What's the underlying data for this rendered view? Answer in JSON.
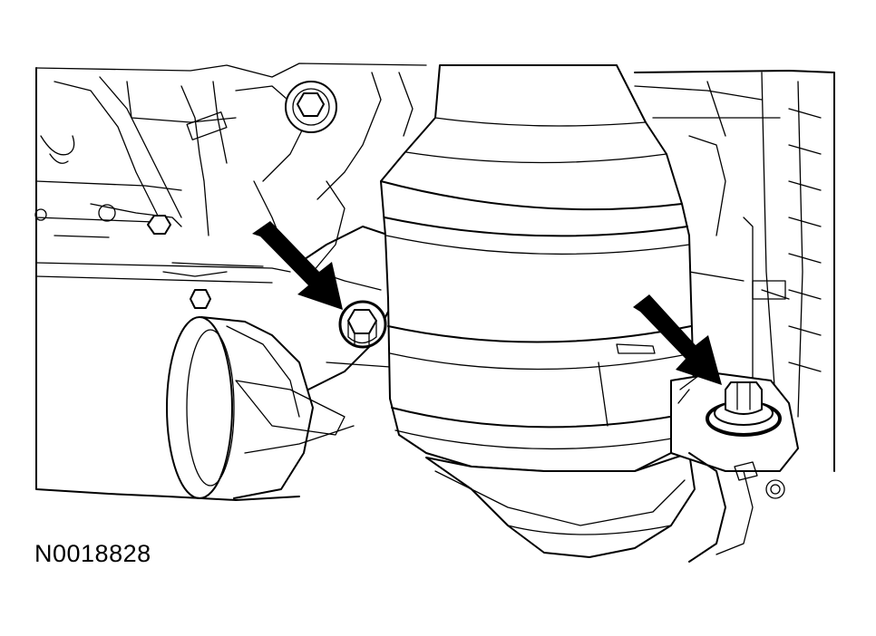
{
  "figure": {
    "id_label": "N0018828",
    "callouts": [
      {
        "name": "left-bolt-arrow",
        "target": "left-mounting-bolt"
      },
      {
        "name": "right-bolt-arrow",
        "target": "right-mounting-bolt"
      }
    ],
    "colors": {
      "line": "#000000",
      "background": "#ffffff",
      "arrow": "#000000"
    }
  }
}
